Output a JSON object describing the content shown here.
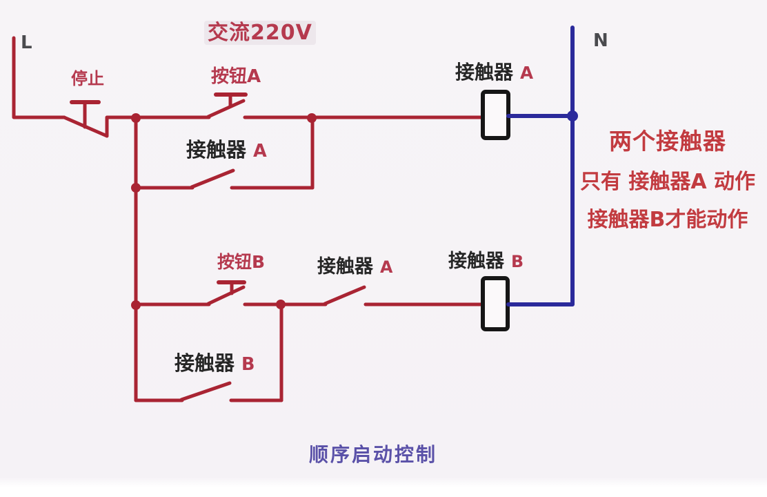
{
  "colors": {
    "wire_red": "#a92433",
    "wire_blue": "#2b2a9b",
    "coil_black": "#161616",
    "label_red": "#b5394e",
    "label_black": "#262626",
    "note_red": "#c23b40",
    "title_purple": "#5a51a8",
    "terminal_gray": "#4a4a4e"
  },
  "terminals": {
    "left": "L",
    "right": "N"
  },
  "supply_label": "交流220V",
  "components": {
    "stop_button": {
      "label": "停止"
    },
    "button_a": {
      "label": "按钮A"
    },
    "latch_contact_a": {
      "label": "接触器",
      "suffix": "A"
    },
    "coil_a": {
      "label": "接触器",
      "suffix": "A"
    },
    "button_b": {
      "label": "按钮B"
    },
    "series_contact_a": {
      "label": "接触器",
      "suffix": "A"
    },
    "coil_b": {
      "label": "接触器",
      "suffix": "B"
    },
    "latch_contact_b": {
      "label": "接触器",
      "suffix": "B"
    }
  },
  "annotation": {
    "line1": "两个接触器",
    "line2": "只有 接触器A 动作",
    "line3": "接触器B才能动作"
  },
  "caption": "顺序启动控制"
}
